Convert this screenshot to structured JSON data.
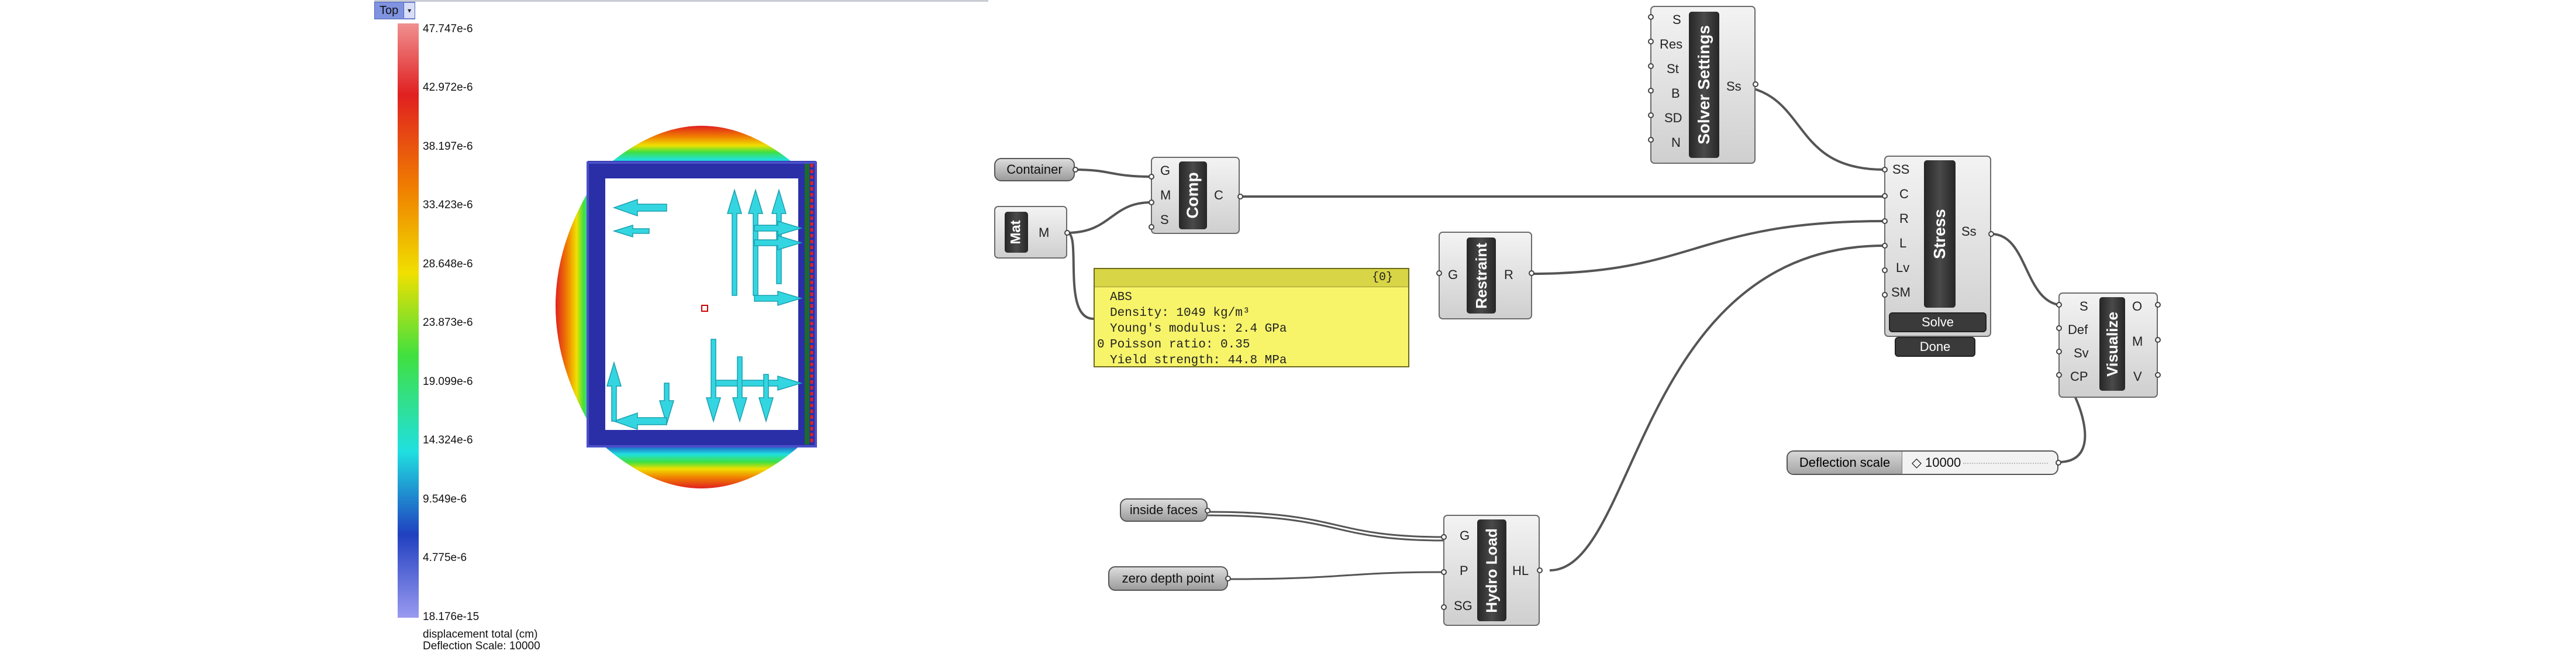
{
  "viewport": {
    "view_label": "Top",
    "legend": {
      "ticks": [
        "47.747e-6",
        "42.972e-6",
        "38.197e-6",
        "33.423e-6",
        "28.648e-6",
        "23.873e-6",
        "19.099e-6",
        "14.324e-6",
        "9.549e-6",
        "4.775e-6",
        "18.176e-15"
      ],
      "quantity_label": "displacement total (cm)",
      "scale_label": "Deflection Scale: 10000",
      "gradient_colors": [
        "#f09090",
        "#e02020",
        "#f08000",
        "#f0e000",
        "#40e040",
        "#20e0e0",
        "#2040c0",
        "#9a9af0"
      ]
    },
    "colors": {
      "frame": "#2a2fa8",
      "arrow": "#33d6e0",
      "edge_red": "#e02020"
    }
  },
  "canvas": {
    "params": {
      "container": "Container",
      "inside_faces": "inside faces",
      "zero_depth_point": "zero depth point"
    },
    "material": {
      "name": "Mat",
      "output": "M"
    },
    "comp": {
      "name": "Comp",
      "inputs": [
        "G",
        "M",
        "S"
      ],
      "output": "C"
    },
    "panel": {
      "index": "{0}",
      "branch": "0",
      "lines": [
        "ABS",
        "Density: 1049 kg/m³",
        "Young's modulus: 2.4 GPa",
        "Poisson ratio: 0.35",
        "Yield strength: 44.8 MPa"
      ]
    },
    "restraint": {
      "name": "Restraint",
      "input": "G",
      "output": "R"
    },
    "solver_settings": {
      "name": "Solver Settings",
      "inputs": [
        "S",
        "Res",
        "St",
        "B",
        "SD",
        "N"
      ],
      "output": "Ss"
    },
    "stress": {
      "name": "Stress",
      "inputs": [
        "SS",
        "C",
        "R",
        "L",
        "Lv",
        "SM"
      ],
      "output": "Ss",
      "solve_label": "Solve",
      "done_label": "Done"
    },
    "visualize": {
      "name": "Visualize",
      "inputs": [
        "S",
        "Def",
        "Sv",
        "CP"
      ],
      "outputs": [
        "O",
        "M",
        "V"
      ]
    },
    "slider": {
      "label": "Deflection scale",
      "value": "10000"
    },
    "hydro": {
      "name": "Hydro Load",
      "inputs": [
        "G",
        "P",
        "SG"
      ],
      "output": "HL"
    }
  }
}
